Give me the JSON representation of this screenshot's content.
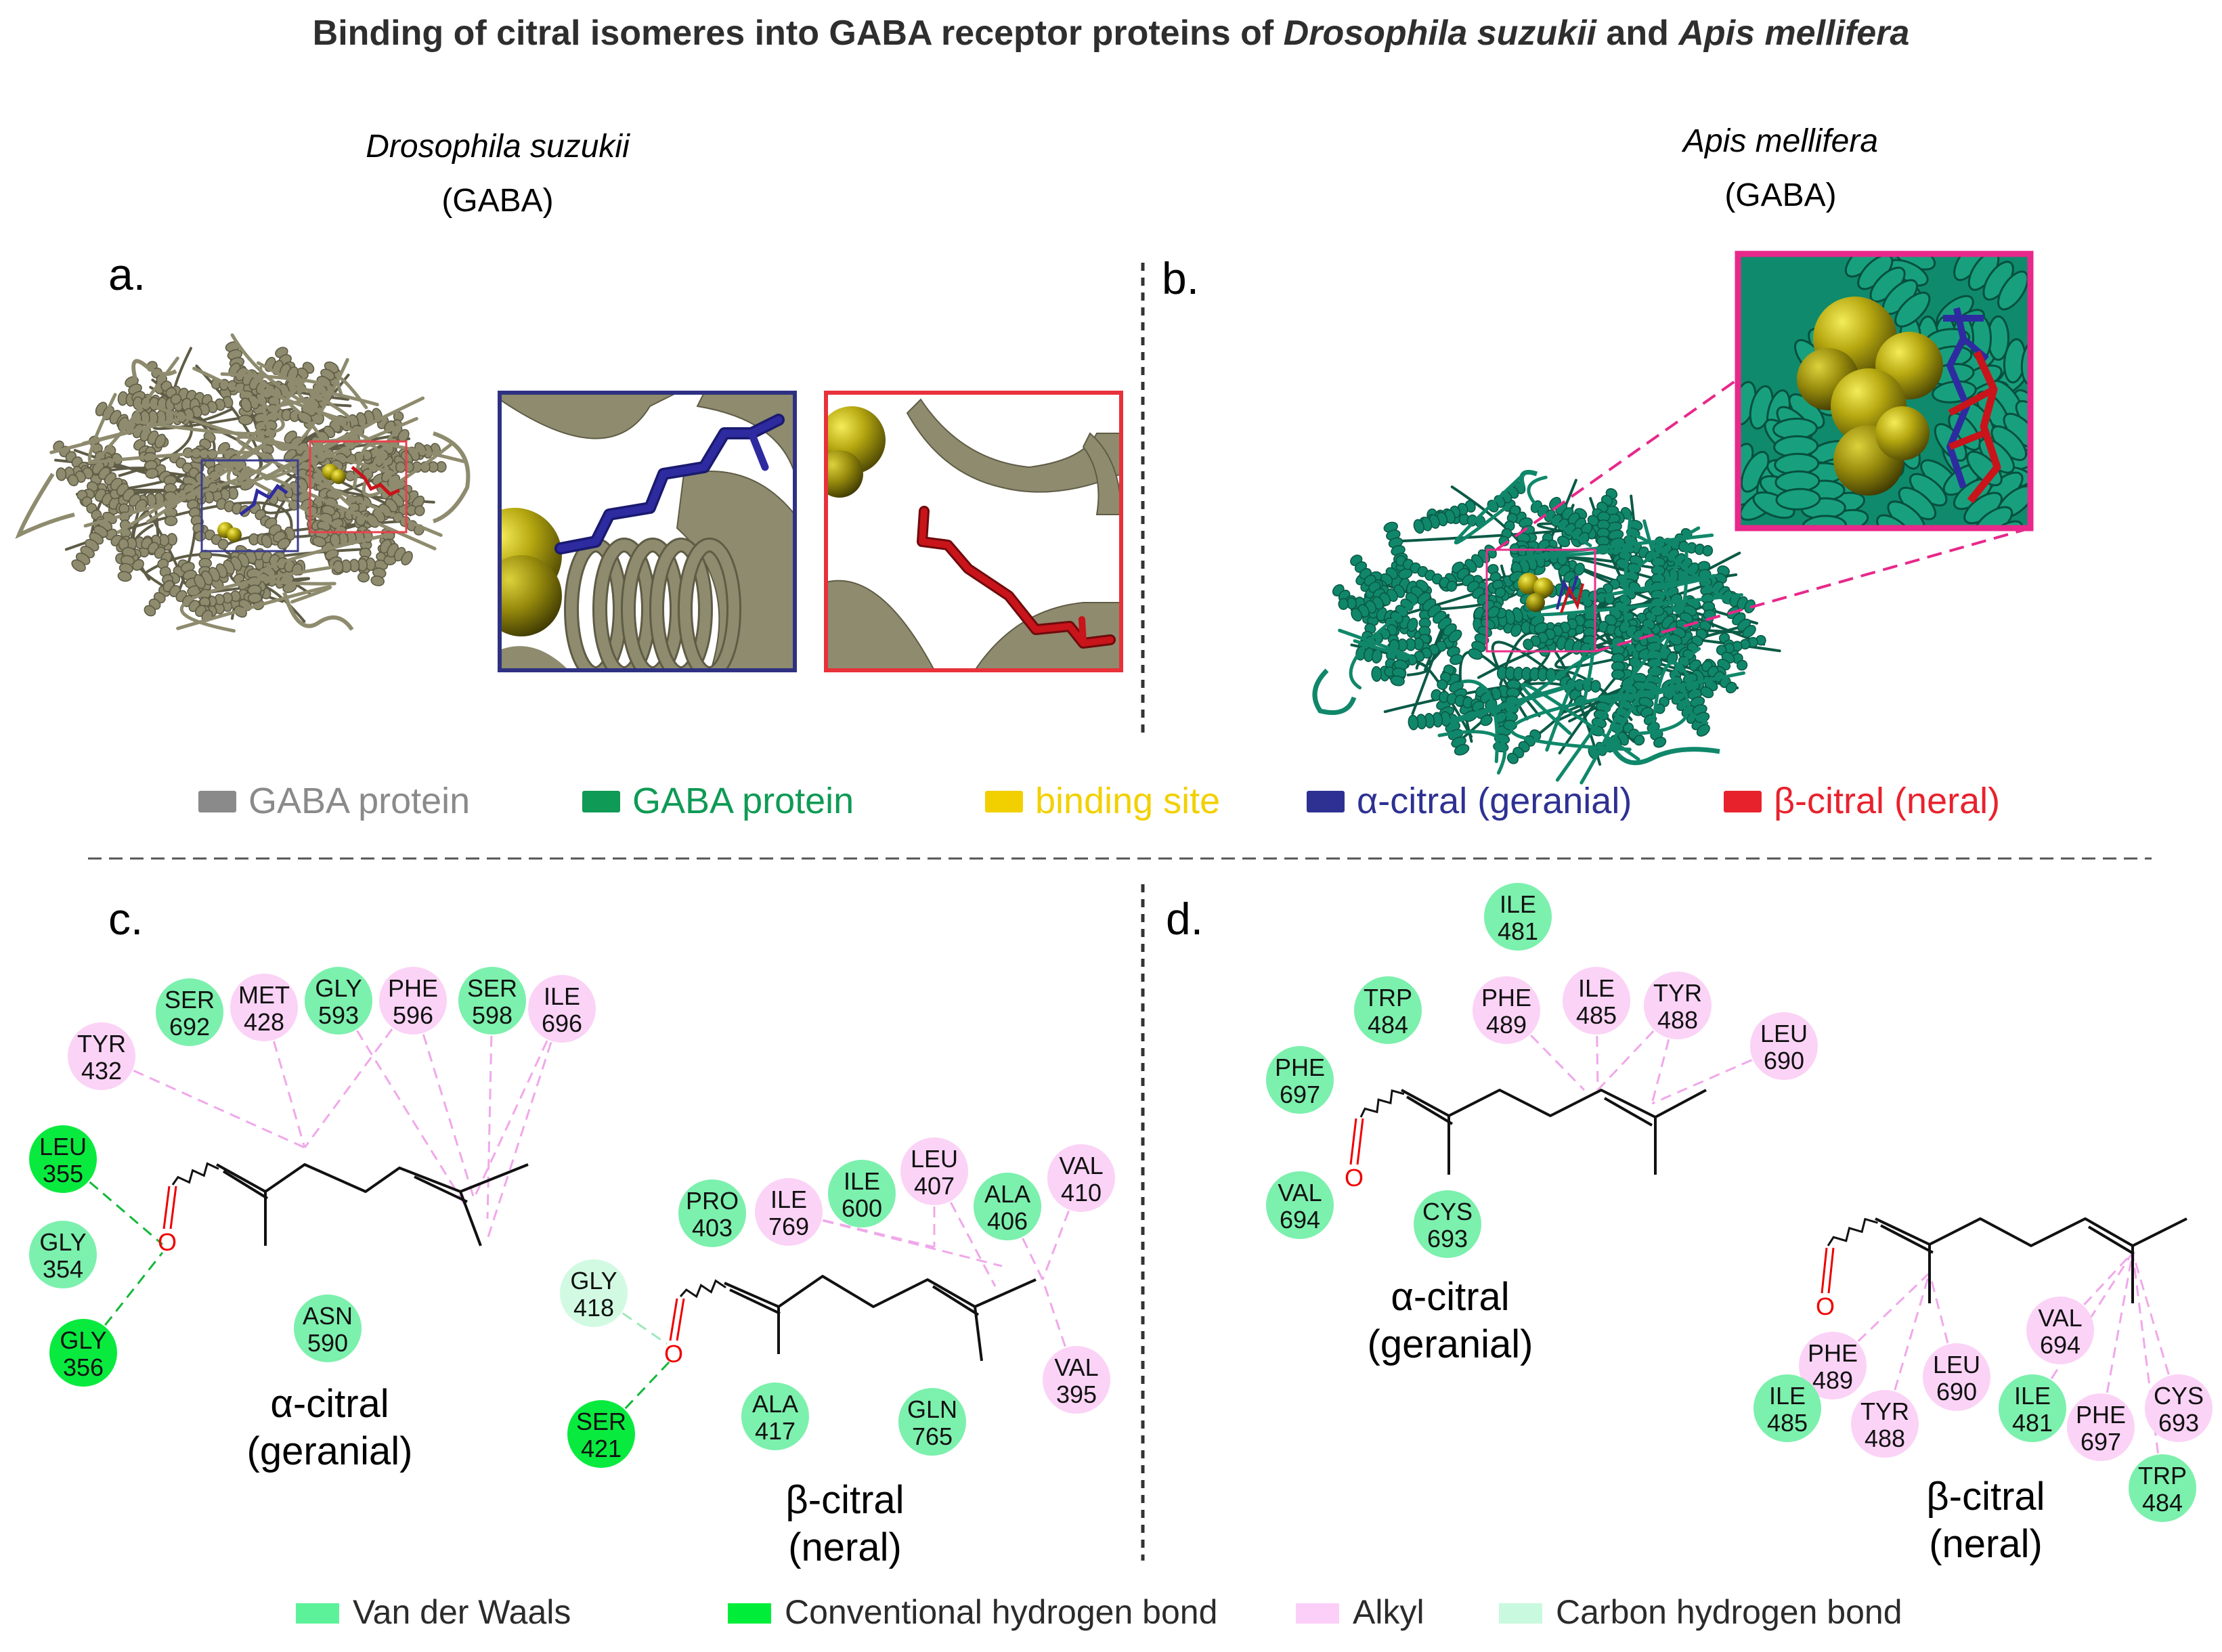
{
  "title": {
    "prefix": "Binding of citral isomeres into GABA receptor proteins of ",
    "sp1": "Drosophila suzukii",
    "mid": " and ",
    "sp2": "Apis mellifera"
  },
  "panels": {
    "a": {
      "letter": "a.",
      "species": "Drosophila suzukii",
      "protein": "(GABA)"
    },
    "b": {
      "letter": "b.",
      "species": "Apis mellifera",
      "protein": "(GABA)"
    },
    "c": {
      "letter": "c."
    },
    "d": {
      "letter": "d."
    }
  },
  "legend_top": [
    {
      "label": "GABA protein",
      "color": "#8a8a8a",
      "text_color": "#8a8a8a"
    },
    {
      "label": "GABA protein",
      "color": "#0f9a55",
      "text_color": "#0f9a55"
    },
    {
      "label": "binding site",
      "color": "#f2d000",
      "text_color": "#f2d000"
    },
    {
      "label": "α-citral (geranial)",
      "color": "#2e3192",
      "text_color": "#2e3192"
    },
    {
      "label": "β-citral (neral)",
      "color": "#e8222d",
      "text_color": "#e8222d"
    }
  ],
  "legend_bottom": [
    {
      "label": "Van der Waals",
      "color": "#5cf29a"
    },
    {
      "label": "Conventional hydrogen bond",
      "color": "#00ee3a"
    },
    {
      "label": "Alkyl",
      "color": "#fbcff8"
    },
    {
      "label": "Carbon hydrogen bond",
      "color": "#c9f9de"
    }
  ],
  "interaction_colors": {
    "vdw": "#7cf0ad",
    "hbond": "#09ea3f",
    "alkyl": "#fbd3f6",
    "chb": "#d2fae2"
  },
  "molecules": {
    "c1": {
      "name1": "α-citral",
      "name2": "(geranial)",
      "o": "O"
    },
    "c2": {
      "name1": "β-citral",
      "name2": "(neral)",
      "o": "O"
    },
    "d1": {
      "name1": "α-citral",
      "name2": "(geranial)",
      "o": "O"
    },
    "d2": {
      "name1": "β-citral",
      "name2": "(neral)",
      "o": "O"
    }
  },
  "residues": {
    "c1": [
      {
        "res": "TYR",
        "num": "432",
        "type": "alkyl"
      },
      {
        "res": "SER",
        "num": "692",
        "type": "vdw"
      },
      {
        "res": "MET",
        "num": "428",
        "type": "alkyl"
      },
      {
        "res": "GLY",
        "num": "593",
        "type": "vdw"
      },
      {
        "res": "PHE",
        "num": "596",
        "type": "alkyl"
      },
      {
        "res": "SER",
        "num": "598",
        "type": "vdw"
      },
      {
        "res": "ILE",
        "num": "696",
        "type": "alkyl"
      },
      {
        "res": "LEU",
        "num": "355",
        "type": "hbond"
      },
      {
        "res": "GLY",
        "num": "354",
        "type": "vdw"
      },
      {
        "res": "GLY",
        "num": "356",
        "type": "hbond"
      },
      {
        "res": "ASN",
        "num": "590",
        "type": "vdw"
      }
    ],
    "c2": [
      {
        "res": "PRO",
        "num": "403",
        "type": "vdw"
      },
      {
        "res": "ILE",
        "num": "769",
        "type": "alkyl"
      },
      {
        "res": "ILE",
        "num": "600",
        "type": "vdw"
      },
      {
        "res": "LEU",
        "num": "407",
        "type": "alkyl"
      },
      {
        "res": "ALA",
        "num": "406",
        "type": "vdw"
      },
      {
        "res": "VAL",
        "num": "410",
        "type": "alkyl"
      },
      {
        "res": "GLY",
        "num": "418",
        "type": "chb"
      },
      {
        "res": "SER",
        "num": "421",
        "type": "hbond"
      },
      {
        "res": "ALA",
        "num": "417",
        "type": "vdw"
      },
      {
        "res": "GLN",
        "num": "765",
        "type": "vdw"
      },
      {
        "res": "VAL",
        "num": "395",
        "type": "alkyl"
      }
    ],
    "d1": [
      {
        "res": "ILE",
        "num": "481",
        "type": "vdw"
      },
      {
        "res": "TRP",
        "num": "484",
        "type": "vdw"
      },
      {
        "res": "PHE",
        "num": "489",
        "type": "alkyl"
      },
      {
        "res": "ILE",
        "num": "485",
        "type": "alkyl"
      },
      {
        "res": "TYR",
        "num": "488",
        "type": "alkyl"
      },
      {
        "res": "LEU",
        "num": "690",
        "type": "alkyl"
      },
      {
        "res": "PHE",
        "num": "697",
        "type": "vdw"
      },
      {
        "res": "VAL",
        "num": "694",
        "type": "vdw"
      },
      {
        "res": "CYS",
        "num": "693",
        "type": "vdw"
      }
    ],
    "d2": [
      {
        "res": "VAL",
        "num": "694",
        "type": "alkyl"
      },
      {
        "res": "PHE",
        "num": "489",
        "type": "alkyl"
      },
      {
        "res": "LEU",
        "num": "690",
        "type": "alkyl"
      },
      {
        "res": "ILE",
        "num": "485",
        "type": "vdw"
      },
      {
        "res": "TYR",
        "num": "488",
        "type": "alkyl"
      },
      {
        "res": "ILE",
        "num": "481",
        "type": "vdw"
      },
      {
        "res": "PHE",
        "num": "697",
        "type": "alkyl"
      },
      {
        "res": "CYS",
        "num": "693",
        "type": "alkyl"
      },
      {
        "res": "TRP",
        "num": "484",
        "type": "vdw"
      }
    ]
  },
  "colors": {
    "protein_a": "#8e8b6e",
    "protein_a_dark": "#5f5c46",
    "protein_b": "#10876a",
    "protein_b_dark": "#0a5a46",
    "binding": "#b9ad12",
    "binding_dark": "#6e6604",
    "alpha": "#2e2ba0",
    "beta": "#c8141a",
    "frame_alpha": "#2e3182",
    "frame_beta": "#e8313a",
    "frame_b": "#e8288a"
  }
}
